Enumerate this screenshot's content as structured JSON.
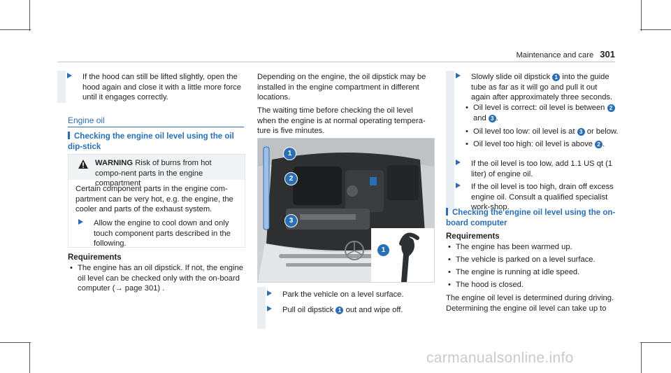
{
  "header": {
    "section": "Maintenance and care",
    "page_number": "301"
  },
  "left": {
    "step1": "If the hood can still be lifted slightly, open the hood again and close it with a little more force until it engages correctly.",
    "section_title": "Engine oil",
    "subheading": "Checking the engine oil level using the oil dip-stick",
    "warning_label": "WARNING",
    "warning_text": "Risk of burns from hot compo-nent parts in the engine compartment",
    "warning_body": "Certain component parts in the engine com-partment can be very hot, e.g. the engine, the cooler and parts of the exhaust system.",
    "warning_step": "Allow the engine to cool down and only touch component parts described in the following.",
    "requirements_heading": "Requirements",
    "req1": "The engine has an oil dipstick. If not, the engine oil level can be checked only with the on-board computer (→ page 301) ."
  },
  "middle": {
    "para1": "Depending on the engine, the oil dipstick may be installed in the engine compartment in different locations.",
    "para2": "The waiting time before checking the oil level when the engine is at normal operating tempera-ture is five minutes.",
    "callouts": [
      "1",
      "2",
      "3"
    ],
    "inset_callout": "1",
    "step1": "Park the vehicle on a level surface.",
    "step2_pre": "Pull oil dipstick",
    "step2_num": "1",
    "step2_post": "out and wipe off."
  },
  "right": {
    "step1_pre": "Slowly slide oil dipstick",
    "step1_num": "1",
    "step1_post": "into the guide tube as far as it will go and pull it out again after approximately three seconds.",
    "b1_pre": "Oil level is correct: oil level is between",
    "b1_n1": "2",
    "b1_mid": "and",
    "b1_n2": "3",
    "b1_post": ".",
    "b2_pre": "Oil level too low: oil level is at",
    "b2_num": "3",
    "b2_post": "or below.",
    "b3_pre": "Oil level too high: oil level is above",
    "b3_num": "2",
    "b3_post": ".",
    "step2": "If the oil level is too low, add 1.1 US qt (1 liter) of engine oil.",
    "step3": "If the oil level is too high, drain off excess engine oil. Consult a qualified specialist work-shop.",
    "subheading": "Checking the engine oil level using the on-board computer",
    "requirements_heading": "Requirements",
    "r1": "The engine has been warmed up.",
    "r2": "The vehicle is parked on a level surface.",
    "r3": "The engine is running at idle speed.",
    "r4": "The hood is closed.",
    "para": "The engine oil level is determined during driving. Determining the engine oil level can take up to"
  },
  "watermark": "carmanualsonline.info",
  "colors": {
    "accent": "#2a6fb6",
    "text": "#222222",
    "warning_bg": "#f1f3f5"
  }
}
